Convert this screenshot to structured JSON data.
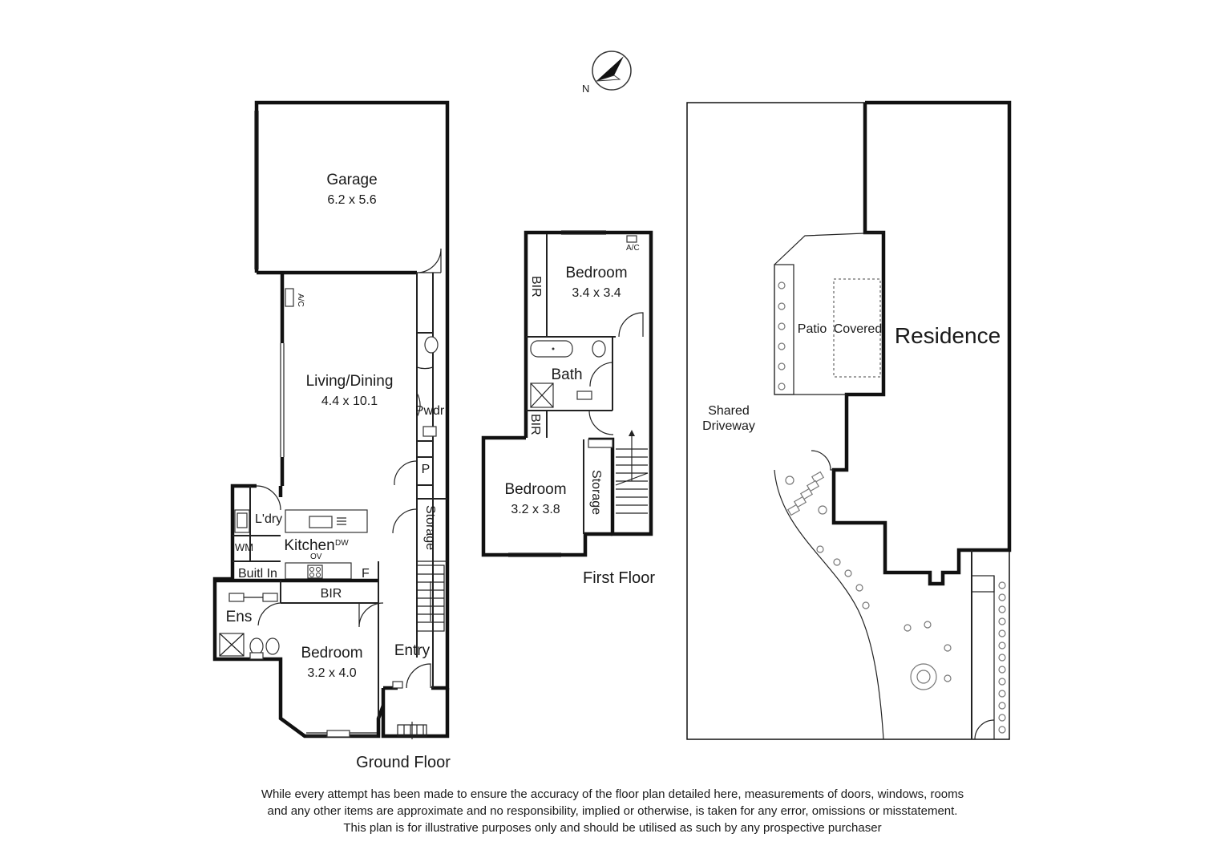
{
  "compass": {
    "label": "N"
  },
  "ground_floor": {
    "title": "Ground Floor",
    "rooms": {
      "garage": {
        "name": "Garage",
        "size": "6.2 x 5.6"
      },
      "living": {
        "name": "Living/Dining",
        "size": "4.4 x 10.1"
      },
      "pwdr": {
        "name": "Pwdr"
      },
      "pantry": {
        "name": "P"
      },
      "storage": {
        "name": "Storage"
      },
      "laundry": {
        "name": "L'dry"
      },
      "kitchen": {
        "name": "Kitchen"
      },
      "wm": {
        "name": "WM"
      },
      "builtin": {
        "name": "Buitl In"
      },
      "bir": {
        "name": "BIR"
      },
      "ens": {
        "name": "Ens"
      },
      "bedroom": {
        "name": "Bedroom",
        "size": "3.2 x 4.0"
      },
      "entry": {
        "name": "Entry"
      }
    },
    "fixtures": {
      "ac": "A/C",
      "dw": "DW",
      "ov": "OV",
      "fridge": "F"
    }
  },
  "first_floor": {
    "title": "First Floor",
    "rooms": {
      "bedroom1": {
        "name": "Bedroom",
        "size": "3.4 x 3.4"
      },
      "bir1": {
        "name": "BIR"
      },
      "bath": {
        "name": "Bath"
      },
      "bir2": {
        "name": "BIR"
      },
      "bedroom2": {
        "name": "Bedroom",
        "size": "3.2 x 3.8"
      },
      "storage": {
        "name": "Storage"
      }
    },
    "fixtures": {
      "ac": "A/C"
    }
  },
  "site": {
    "residence": "Residence",
    "patio": "Patio",
    "covered": "Covered",
    "driveway_line1": "Shared",
    "driveway_line2": "Driveway"
  },
  "disclaimer": {
    "line1": "While every attempt has been made to ensure the accuracy of the floor plan detailed here, measurements of doors, windows, rooms",
    "line2": "and any other items are approximate and no responsibility, implied or otherwise, is taken for any error, omissions or misstatement.",
    "line3": "This plan is for illustrative purposes only and should be utilised as such by any prospective purchaser"
  }
}
